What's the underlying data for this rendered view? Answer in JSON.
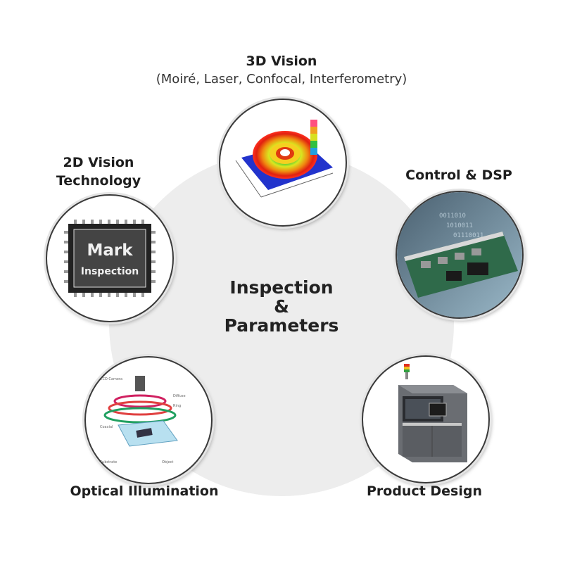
{
  "center": {
    "line1": "Inspection",
    "line2": "&",
    "line3": "Parameters"
  },
  "nodes": {
    "vision3d": {
      "title": "3D Vision",
      "subtitle": "(Moiré, Laser, Confocal, Interferometry)"
    },
    "vision2d": {
      "title_line1": "2D Vision",
      "title_line2": "Technology",
      "chip_text1": "Mark",
      "chip_text2": "Inspection"
    },
    "control": {
      "title": "Control & DSP"
    },
    "optical": {
      "title": "Optical Illumination"
    },
    "product": {
      "title": "Product Design"
    }
  },
  "colors": {
    "ring": "#3a3a3a",
    "disc": "#ededed"
  }
}
